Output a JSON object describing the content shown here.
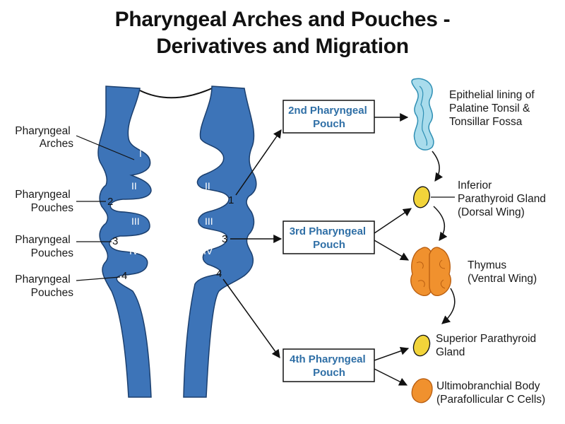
{
  "title": {
    "line1": "Pharyngeal Arches and Pouches -",
    "line2": "Derivatives and Migration"
  },
  "left_labels": {
    "arches": [
      "Pharyngeal",
      "Arches"
    ],
    "pouches_a": [
      "Pharyngeal",
      "Pouches"
    ],
    "pouches_b": [
      "Pharyngeal",
      "Pouches"
    ],
    "pouches_c": [
      "Pharyngeal",
      "Pouches"
    ]
  },
  "arch_numerals": [
    "I",
    "II",
    "III",
    "IV"
  ],
  "pouch_numbers_left": [
    "2",
    "3",
    "4"
  ],
  "pouch_numbers_right": [
    "1",
    "3",
    "4"
  ],
  "boxes": {
    "second": [
      "2nd Pharyngeal",
      "Pouch"
    ],
    "third": [
      "3rd Pharyngeal",
      "Pouch"
    ],
    "fourth": [
      "4th Pharyngeal",
      "Pouch"
    ]
  },
  "derivatives": {
    "tonsil": [
      "Epithelial lining of",
      "Palatine Tonsil &",
      "Tonsillar Fossa"
    ],
    "inferior_parathyroid": [
      "Inferior",
      "Parathyroid Gland",
      "(Dorsal Wing)"
    ],
    "thymus": [
      "Thymus",
      "(Ventral Wing)"
    ],
    "superior_parathyroid": [
      "Superior Parathyroid",
      "Gland"
    ],
    "ultimobranchial": [
      "Ultimobranchial Body",
      "(Parafollicular C Cells)"
    ]
  },
  "colors": {
    "wall_blue": "#3d74b8",
    "wall_outline": "#1b3f6e",
    "box_text": "#2f6fa6",
    "tonsil": "#a9dcec",
    "gland_yellow": "#f2d43a",
    "thymus_orange": "#f0912e"
  }
}
